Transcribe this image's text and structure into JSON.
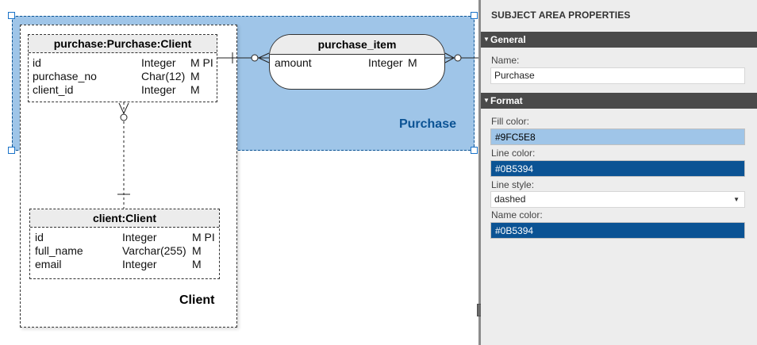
{
  "diagram": {
    "purchase_area": {
      "name": "Purchase",
      "fill_color": "#9FC5E8",
      "line_color": "#0B5394"
    },
    "client_area": {
      "name": "Client"
    },
    "tables": {
      "purchase_client": {
        "title": "purchase:Purchase:Client",
        "rows": [
          {
            "name": "id",
            "type": "Integer",
            "flags": "M PI"
          },
          {
            "name": "purchase_no",
            "type": "Char(12)",
            "flags": "M"
          },
          {
            "name": "client_id",
            "type": "Integer",
            "flags": "M"
          }
        ]
      },
      "purchase_item": {
        "title": "purchase_item",
        "rows": [
          {
            "name": "amount",
            "type": "Integer",
            "flags": "M"
          }
        ]
      },
      "client": {
        "title": "client:Client",
        "rows": [
          {
            "name": "id",
            "type": "Integer",
            "flags": "M PI"
          },
          {
            "name": "full_name",
            "type": "Varchar(255)",
            "flags": "M"
          },
          {
            "name": "email",
            "type": "Integer",
            "flags": "M"
          }
        ]
      }
    }
  },
  "sidebar": {
    "title": "SUBJECT AREA PROPERTIES",
    "general": {
      "header": "General",
      "name_label": "Name:",
      "name_value": "Purchase"
    },
    "format": {
      "header": "Format",
      "fill_color_label": "Fill color:",
      "fill_color_value": "#9FC5E8",
      "line_color_label": "Line color:",
      "line_color_value": "#0B5394",
      "line_style_label": "Line style:",
      "line_style_value": "dashed",
      "name_color_label": "Name color:",
      "name_color_value": "#0B5394"
    }
  },
  "icons": {
    "collapse": "triangle-down-icon",
    "dropdown": "chevron-down-icon"
  }
}
